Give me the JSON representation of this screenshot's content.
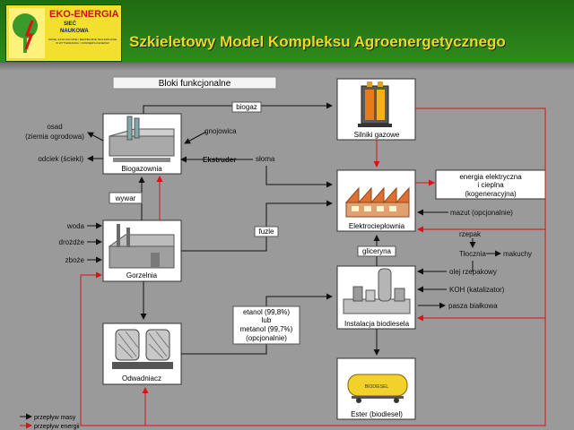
{
  "header": {
    "logo": {
      "line1": "EKO-ENERGIA",
      "line2": "SIEĆ",
      "line3": "NAUKOWA",
      "small": "NOWE, EKOLOGICZNE I BEZPIECZNE TECHNOLOGIE W WYTWARZANIU I KONWERSJI ENERGII"
    },
    "title": "Szkieletowy Model Kompleksu Agroenergetycznego"
  },
  "section_label": "Bloki funkcjonalne",
  "blocks": {
    "biogazownia": "Biogazownia",
    "silniki": "Silniki gazowe",
    "elektrocieplownia": "Elektrociepłownia",
    "gorzelnia": "Gorzelnia",
    "instalacja": "Instalacja biodiesela",
    "odwadniacz": "Odwadniacz",
    "ester": "Ester (biodiesel)"
  },
  "labels": {
    "osad1": "osad",
    "osad2": "(ziemia ogrodowa)",
    "odciek": "odciek (ścieki)",
    "gnojowica": "gnojowica",
    "ekstruder": "Ekstruder",
    "sloma": "słoma",
    "biogaz": "biogaz",
    "wywar": "wywar",
    "woda": "woda",
    "drozdze": "drożdże",
    "zboze": "zboże",
    "fuzle": "fuzle",
    "energia1": "energia elektryczna",
    "energia2": "i cieplna",
    "energia3": "(kogeneracyjna)",
    "mazut": "mazut (opcjonalnie)",
    "rzepak": "rzepak",
    "tlocznia": "Tłocznia",
    "makuchy": "makuchy",
    "gliceryna": "gliceryna",
    "olej": "olej rzepakowy",
    "koh": "KOH (katalizator)",
    "pasza": "pasza białkowa",
    "etanol1": "etanol (99,8%)",
    "etanol2": "lub",
    "etanol3": "metanol (99,7%)",
    "etanol4": "(opcjonalnie)",
    "tank": "BIODIESEL"
  },
  "legend": {
    "mass": "przepływ masy",
    "energy": "przepływ energii"
  },
  "colors": {
    "mass_flow": "#111111",
    "energy_flow": "#dd1111",
    "header_green": "#2a7d18",
    "title_yellow": "#f2d52a",
    "background": "#9a9a9a"
  }
}
